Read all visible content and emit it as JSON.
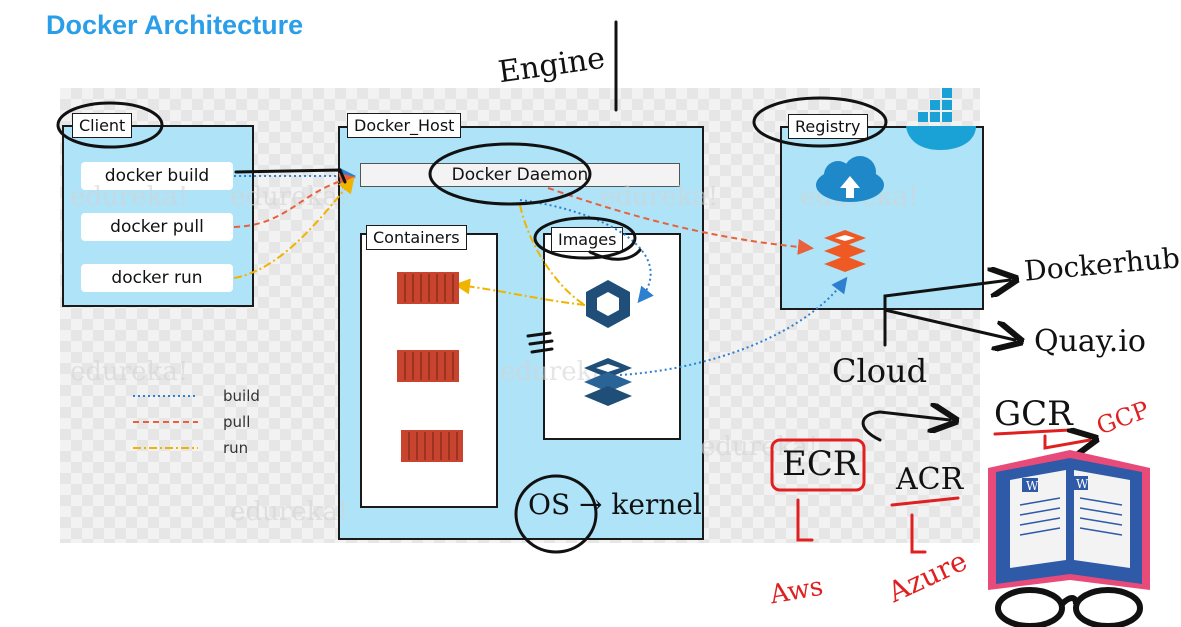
{
  "slide": {
    "title": "Docker Architecture"
  },
  "client": {
    "label": "Client",
    "commands": [
      "docker build",
      "docker pull",
      "docker run"
    ]
  },
  "docker_host": {
    "label": "Docker_Host",
    "daemon": "Docker Daemon",
    "containers_label": "Containers",
    "images_label": "Images"
  },
  "registry": {
    "label": "Registry"
  },
  "legend": [
    {
      "label": "build",
      "color": "#2e7fd0",
      "style": "dotted"
    },
    {
      "label": "pull",
      "color": "#e8603c",
      "style": "dashed"
    },
    {
      "label": "run",
      "color": "#f0b400",
      "style": "dash-dot"
    }
  ],
  "watermark": "edureka!",
  "annotations": {
    "engine": "Engine",
    "os_kernel": "OS → kernel",
    "docker_hub": "Dockerhub",
    "quay": "Quay.io",
    "cloud": "Cloud",
    "ecr": "ECR",
    "acr": "ACR",
    "gcr": "GCR",
    "gcp": "GCP",
    "aws": "Aws",
    "azure": "Azure"
  },
  "colors": {
    "title": "#2a9ee8",
    "box_fill": "#aee3f8",
    "container_red": "#c8442e",
    "image_blue": "#1f4e79",
    "registry_orange": "#ef5a24",
    "ink_red": "#e02020"
  }
}
